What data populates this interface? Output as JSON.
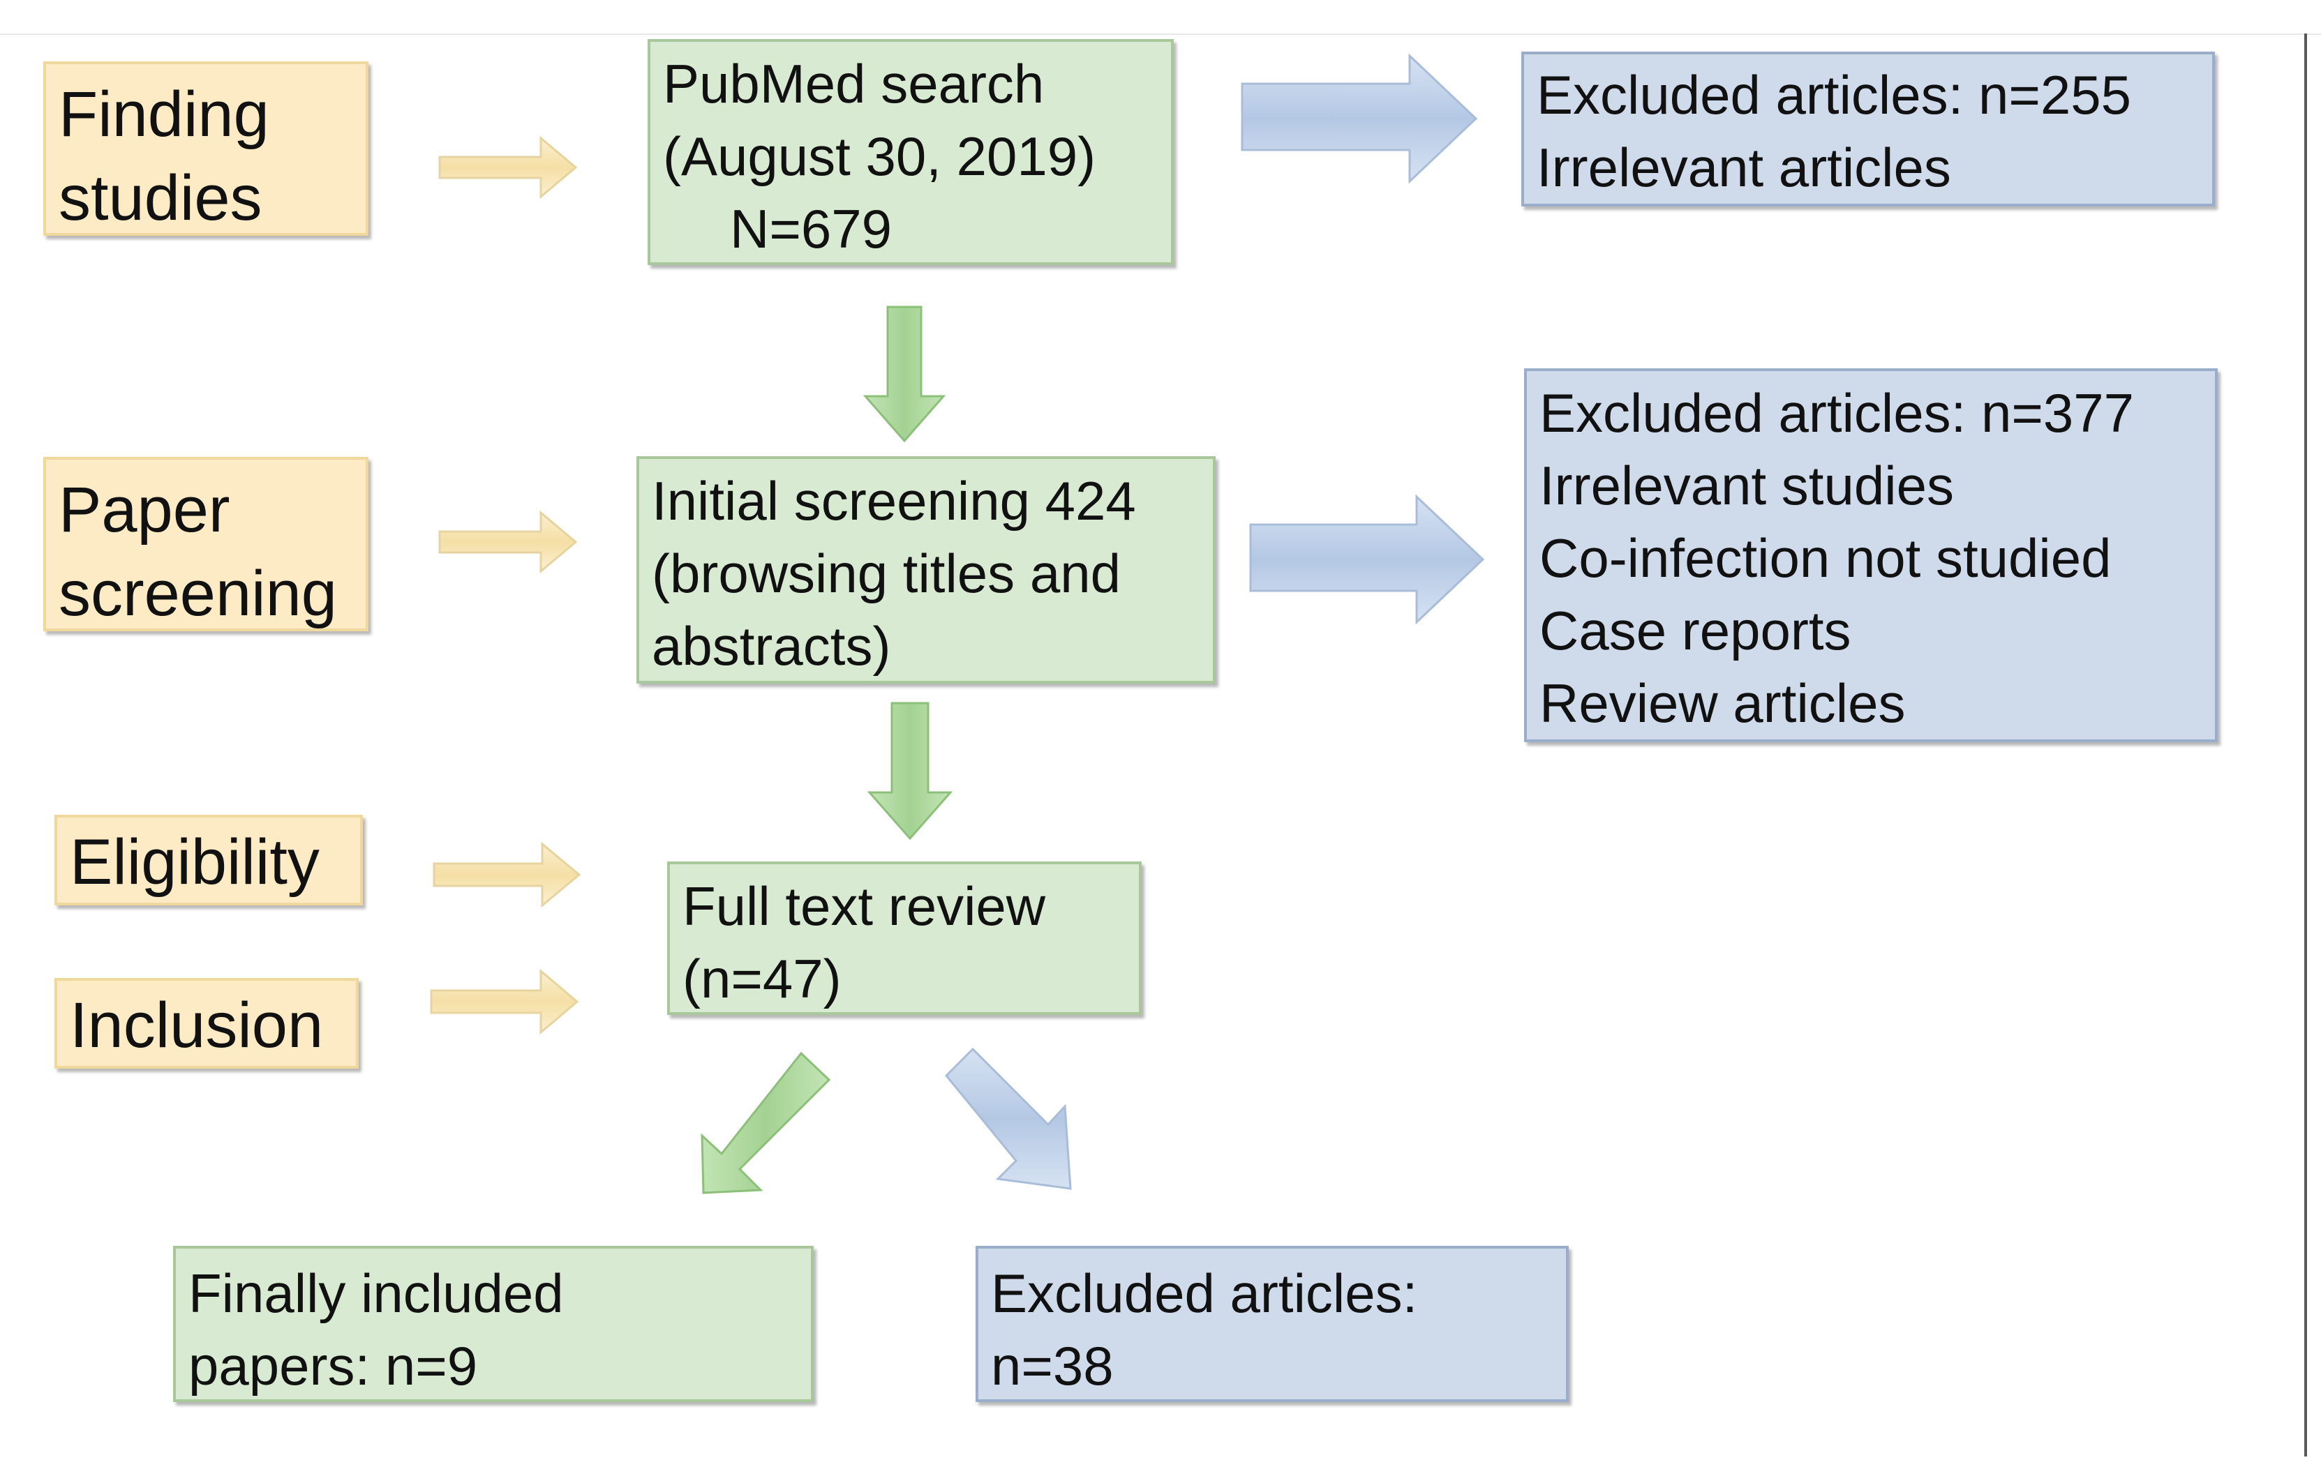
{
  "stages": {
    "finding": [
      "Finding",
      "studies"
    ],
    "screening": [
      "Paper",
      "screening"
    ],
    "eligibility": [
      "Eligibility"
    ],
    "inclusion": [
      "Inclusion"
    ]
  },
  "flow": {
    "search": [
      "PubMed search",
      "(August 30, 2019)",
      "N=679"
    ],
    "initial": [
      "Initial screening 424",
      "(browsing titles and",
      "abstracts)"
    ],
    "fulltext": [
      "Full text review",
      "(n=47)"
    ],
    "included": [
      "Finally included",
      "papers: n=9"
    ]
  },
  "excluded": {
    "first": [
      "Excluded articles: n=255",
      "Irrelevant articles"
    ],
    "second": [
      "Excluded articles: n=377",
      "Irrelevant studies",
      "Co-infection not studied",
      "Case reports",
      "Review articles"
    ],
    "third": [
      "Excluded articles:",
      "n=38"
    ]
  },
  "colors": {
    "stage_fill": "#fcebc4",
    "flow_fill": "#d8ebd2",
    "excluded_fill": "#cfdaeb",
    "green_arrow": "#a9d69a",
    "blue_arrow": "#bcd0ea"
  }
}
